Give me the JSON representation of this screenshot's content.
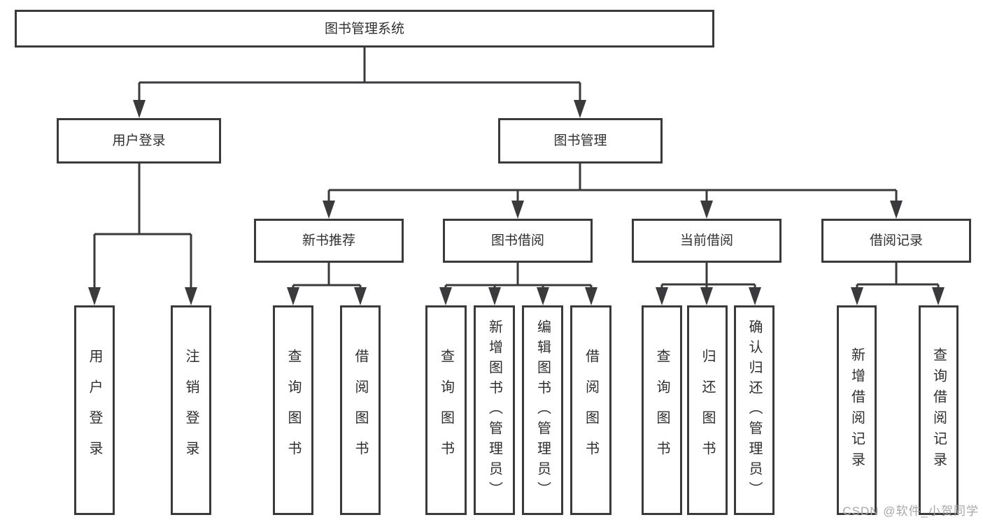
{
  "nodes": {
    "root": "图书管理系统",
    "user_login": "用户登录",
    "book_mgmt": "图书管理",
    "login": "用户登录",
    "logout": "注销登录",
    "new_book_rec": "新书推荐",
    "book_borrow": "图书借阅",
    "current_borrow": "当前借阅",
    "borrow_record": "借阅记录",
    "nb_query": "查询图书",
    "nb_borrow": "借阅图书",
    "bb_query": "查询图书",
    "bb_add": "新增图书（管理员）",
    "bb_edit": "编辑图书（管理员）",
    "bb_borrow": "借阅图书",
    "cb_query": "查询图书",
    "cb_return": "归还图书",
    "cb_confirm": "确认归还（管理员）",
    "br_add": "新增借阅记录",
    "br_query": "查询借阅记录"
  },
  "hierarchy": {
    "图书管理系统": {
      "用户登录": [
        "用户登录",
        "注销登录"
      ],
      "图书管理": {
        "新书推荐": [
          "查询图书",
          "借阅图书"
        ],
        "图书借阅": [
          "查询图书",
          "新增图书（管理员）",
          "编辑图书（管理员）",
          "借阅图书"
        ],
        "当前借阅": [
          "查询图书",
          "归还图书",
          "确认归还（管理员）"
        ],
        "借阅记录": [
          "新增借阅记录",
          "查询借阅记录"
        ]
      }
    }
  },
  "watermark": "CSDN @软件_小贺同学",
  "colors": {
    "line": "#3a3a3c",
    "box_border": "#3a3a3c",
    "text": "#2f2f2f",
    "watermark_text": "#a8a8a8",
    "background": "#ffffff"
  }
}
